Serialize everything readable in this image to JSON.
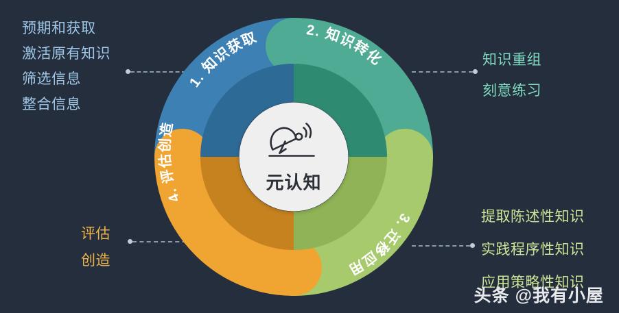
{
  "background_color": "#252e3c",
  "center": {
    "label": "元认知",
    "icon": "satellite-dish-icon",
    "background_color": "#f0eff0"
  },
  "segments": [
    {
      "id": "knowledge-acquisition",
      "number": "1.",
      "label": "1. 知识获取",
      "outer_color": "#3d80b4",
      "inner_color": "#2e6a96",
      "text_color": "#9fc7e8"
    },
    {
      "id": "knowledge-transformation",
      "number": "2.",
      "label": "2. 知识转化",
      "outer_color": "#4fab93",
      "inner_color": "#2f8a72",
      "text_color": "#7fd9c0"
    },
    {
      "id": "transfer-application",
      "number": "3.",
      "label": "3. 迁移应用",
      "outer_color": "#a7ca6d",
      "inner_color": "#8fb356",
      "text_color": "#cfe499"
    },
    {
      "id": "evaluation-creation",
      "number": "4.",
      "label": "4. 评估创造",
      "outer_color": "#f0a431",
      "inner_color": "#c5821f",
      "text_color": "#edb24b"
    }
  ],
  "callouts": {
    "top_left": {
      "anchor": "knowledge-acquisition",
      "color": "#9fc7e8",
      "lines": [
        "预期和获取",
        "激活原有知识",
        "筛选信息",
        "整合信息"
      ]
    },
    "top_right": {
      "anchor": "knowledge-transformation",
      "color": "#7fd9c0",
      "lines": [
        "知识重组",
        "刻意练习"
      ]
    },
    "bottom_right": {
      "anchor": "transfer-application",
      "color": "#cfe499",
      "lines": [
        "提取陈述性知识",
        "实践程序性知识",
        "应用策略性知识"
      ]
    },
    "bottom_left": {
      "anchor": "evaluation-creation",
      "color": "#edb24b",
      "lines": [
        "评估",
        "创造"
      ]
    }
  },
  "watermark": {
    "text": "头条 @我有小屋"
  }
}
